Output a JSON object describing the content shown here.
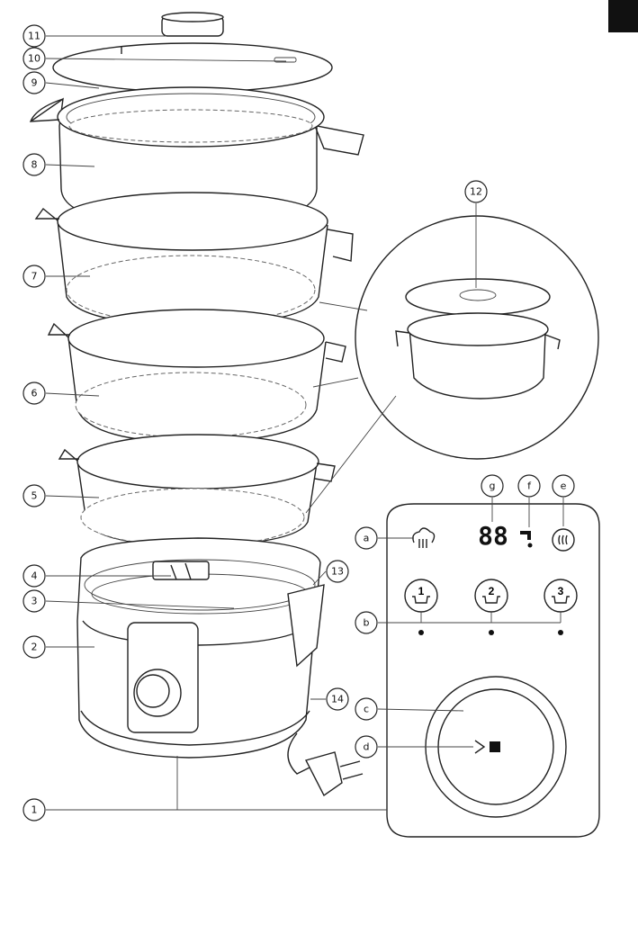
{
  "figure": {
    "page_tab_color": "#111111",
    "callouts": {
      "c1": "1",
      "c2": "2",
      "c3": "3",
      "c4": "4",
      "c5": "5",
      "c6": "6",
      "c7": "7",
      "c8": "8",
      "c9": "9",
      "c10": "10",
      "c11": "11",
      "c12": "12",
      "c13": "13",
      "c14": "14",
      "a": "a",
      "b": "b",
      "c": "c",
      "d": "d",
      "e": "e",
      "f": "f",
      "g": "g"
    },
    "control_panel": {
      "display": "88",
      "basket_buttons": [
        "1",
        "2",
        "3"
      ],
      "icons": [
        "steam-icon",
        "water-tap-icon",
        "keep-warm-icon",
        "start-stop-icon"
      ]
    }
  }
}
